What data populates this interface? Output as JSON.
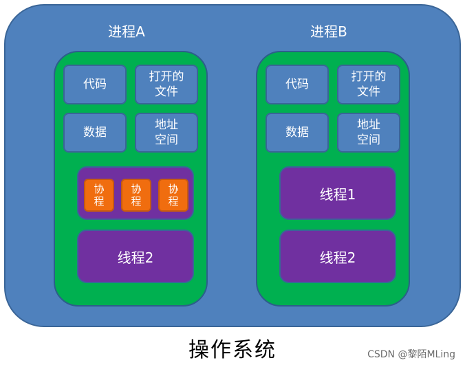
{
  "os_label": "操作系统",
  "watermark": "CSDN @黎陌MLing",
  "colors": {
    "os_background": "#4f81bd",
    "process_background": "#00b050",
    "resource_box": "#4f81bd",
    "thread_box": "#7030a0",
    "coroutine_box": "#f06d0f"
  },
  "process_a": {
    "title": "进程A",
    "resources": [
      "代码",
      "打开的\n文件",
      "数据",
      "地址\n空间"
    ],
    "coroutine_container": {
      "coroutines": [
        "协\n程",
        "协\n程",
        "协\n程"
      ]
    },
    "thread": "线程2"
  },
  "process_b": {
    "title": "进程B",
    "resources": [
      "代码",
      "打开的\n文件",
      "数据",
      "地址\n空间"
    ],
    "threads": [
      "线程1",
      "线程2"
    ]
  }
}
